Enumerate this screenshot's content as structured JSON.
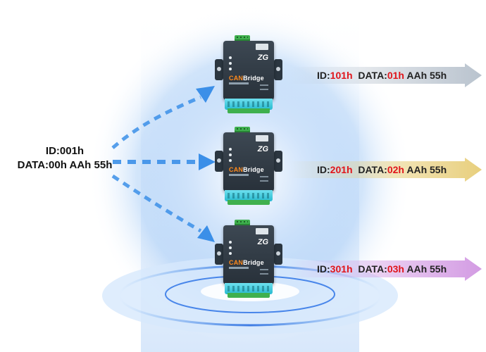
{
  "source": {
    "id_label": "ID:001h",
    "data_label": "DATA:00h AAh 55h"
  },
  "device": {
    "brand_can": "CAN",
    "brand_bridge": "Bridge",
    "logo_text": "ZG"
  },
  "outputs": [
    {
      "id_prefix": "ID:",
      "id_value": "101h",
      "data_prefix": "DATA:",
      "data_value": "01h",
      "tail": "AAh 55h",
      "arrow_color": "#b9c3ce"
    },
    {
      "id_prefix": "ID:",
      "id_value": "201h",
      "data_prefix": "DATA:",
      "data_value": "02h",
      "tail": "AAh 55h",
      "arrow_color": "#e8cf7d"
    },
    {
      "id_prefix": "ID:",
      "id_value": "301h",
      "data_prefix": "DATA:",
      "data_value": "03h",
      "tail": "AAh 55h",
      "arrow_color": "#d39be3"
    }
  ],
  "colors": {
    "highlight": "#e0151b",
    "flow_arrow": "#3b8fe8",
    "glow": "#7fb6f5"
  }
}
